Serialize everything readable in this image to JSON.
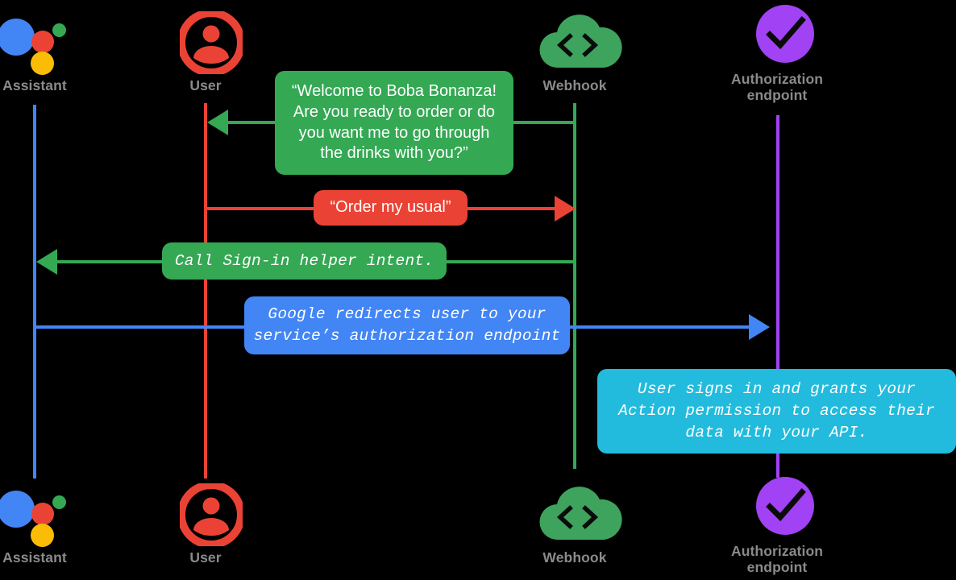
{
  "diagram": {
    "title": "Account linking sequence diagram",
    "background": "#000000"
  },
  "actors": [
    {
      "id": "assistant",
      "label": "Assistant",
      "icon": "google-assistant-icon",
      "lifeline_color": "#4285F4",
      "colors": {
        "blue": "#4285F4",
        "red": "#EA4335",
        "green": "#34A853",
        "yellow": "#FBBC05"
      }
    },
    {
      "id": "user",
      "label": "User",
      "icon": "user-avatar-icon",
      "lifeline_color": "#EA4335",
      "colors": {
        "fill": "#EA4335"
      }
    },
    {
      "id": "webhook",
      "label": "Webhook",
      "icon": "cloud-code-icon",
      "lifeline_color": "#34A853",
      "colors": {
        "fill": "#3DA35D"
      }
    },
    {
      "id": "authorization-endpoint",
      "label": "Authorization\nendpoint",
      "icon": "purple-check-circle-icon",
      "lifeline_color": "#A142F4",
      "colors": {
        "fill": "#A142F4"
      }
    }
  ],
  "messages": [
    {
      "id": "welcome-message",
      "from": "webhook",
      "to": "user",
      "style": "sans",
      "color": "#34A853",
      "text": "“Welcome to Boba Bonanza!\nAre you ready to order or do\nyou want me to go through\nthe drinks with you?”"
    },
    {
      "id": "order-my-usual",
      "from": "user",
      "to": "webhook",
      "style": "sans",
      "color": "#EA4335",
      "text": "“Order my usual”"
    },
    {
      "id": "call-sign-in-helper-intent",
      "from": "webhook",
      "to": "assistant",
      "style": "mono",
      "color": "#34A853",
      "text": "Call Sign-in helper intent."
    },
    {
      "id": "google-redirects-user",
      "from": "assistant",
      "to": "authorization-endpoint",
      "style": "mono",
      "color": "#4285F4",
      "text": "Google redirects user to your\nservice’s authorization endpoint"
    },
    {
      "id": "user-signs-in-grants",
      "from": "authorization-endpoint",
      "to": "authorization-endpoint",
      "style": "mono",
      "color": "#22BBDD",
      "text": "User signs in and grants your\nAction permission to access their\ndata with your API."
    }
  ]
}
